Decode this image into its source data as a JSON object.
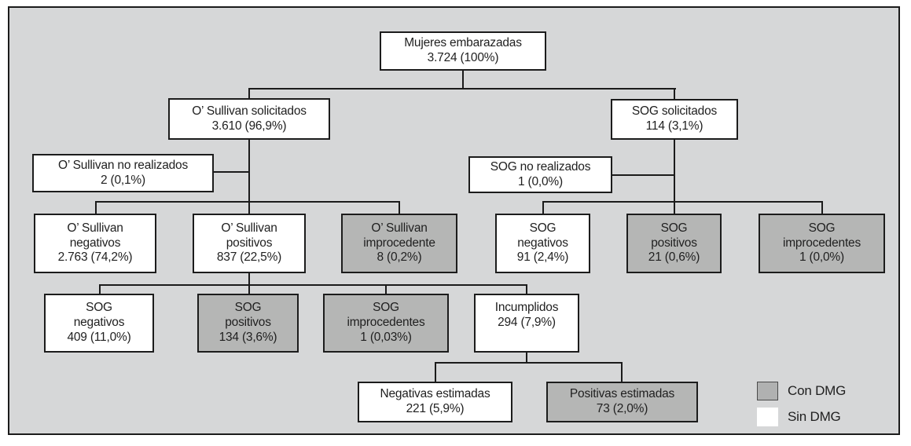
{
  "figure": {
    "description": "Flujo de cribado de diabetes gestacional",
    "colors": {
      "panel_background": "#d6d7d8",
      "box_border": "#1c1c1c",
      "con_dmg_fill": "#b5b6b5",
      "sin_dmg_fill": "#ffffff"
    },
    "nodes": {
      "mujeres_embarazadas": {
        "dmg": "sin",
        "lines": [
          "Mujeres embarazadas",
          "3.724 (100%)"
        ]
      },
      "osullivan_solicitados": {
        "dmg": "sin",
        "lines": [
          "O’ Sullivan solicitados",
          "3.610 (96,9%)"
        ]
      },
      "sog_solicitados": {
        "dmg": "sin",
        "lines": [
          "SOG solicitados",
          "114 (3,1%)"
        ]
      },
      "osullivan_no_realizados": {
        "dmg": "sin",
        "lines": [
          "O’ Sullivan no realizados",
          "2 (0,1%)"
        ]
      },
      "sog_no_realizados": {
        "dmg": "sin",
        "lines": [
          "SOG no realizados",
          "1 (0,0%)"
        ]
      },
      "osullivan_negativos": {
        "dmg": "sin",
        "lines": [
          "O’ Sullivan",
          "negativos",
          "2.763 (74,2%)"
        ]
      },
      "osullivan_positivos": {
        "dmg": "sin",
        "lines": [
          "O’ Sullivan",
          "positivos",
          "837 (22,5%)"
        ]
      },
      "osullivan_improcedente": {
        "dmg": "con",
        "lines": [
          "O’ Sullivan",
          "improcedente",
          "8 (0,2%)"
        ]
      },
      "sog_directa_negativos": {
        "dmg": "sin",
        "lines": [
          "SOG",
          "negativos",
          "91 (2,4%)"
        ]
      },
      "sog_directa_positivos": {
        "dmg": "con",
        "lines": [
          "SOG",
          "positivos",
          "21 (0,6%)"
        ]
      },
      "sog_directa_improcedentes": {
        "dmg": "con",
        "lines": [
          "SOG",
          "improcedentes",
          "1 (0,0%)"
        ]
      },
      "sog_confirmacion_negativos": {
        "dmg": "sin",
        "lines": [
          "SOG",
          "negativos",
          "409 (11,0%)"
        ]
      },
      "sog_confirmacion_positivos": {
        "dmg": "con",
        "lines": [
          "SOG",
          "positivos",
          "134 (3,6%)"
        ]
      },
      "sog_confirmacion_improcedentes": {
        "dmg": "con",
        "lines": [
          "SOG",
          "improcedentes",
          "1 (0,03%)"
        ]
      },
      "incumplidos": {
        "dmg": "sin",
        "lines": [
          "Incumplidos",
          "294 (7,9%)"
        ]
      },
      "negativas_estimadas": {
        "dmg": "sin",
        "lines": [
          "Negativas estimadas",
          "221 (5,9%)"
        ]
      },
      "positivas_estimadas": {
        "dmg": "con",
        "lines": [
          "Positivas estimadas",
          "73 (2,0%)"
        ]
      }
    },
    "legend": [
      {
        "label": "Con DMG",
        "swatch": "con-dmg"
      },
      {
        "label": "Sin DMG",
        "swatch": "sin-dmg"
      }
    ]
  }
}
